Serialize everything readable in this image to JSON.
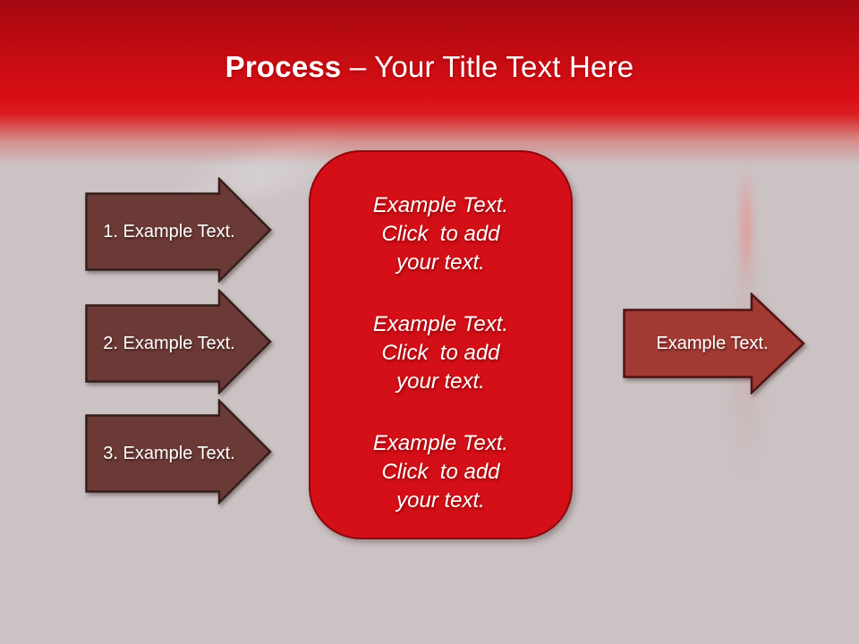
{
  "title": {
    "bold": "Process",
    "rest": " – Your Title Text Here"
  },
  "left_arrows": [
    {
      "label": "1. Example Text."
    },
    {
      "label": "2. Example Text."
    },
    {
      "label": "3. Example Text."
    }
  ],
  "center_box": {
    "paragraphs": [
      {
        "lines": [
          "Example Text.",
          "Click  to add",
          "your text."
        ]
      },
      {
        "lines": [
          "Example Text.",
          "Click  to add",
          "your text."
        ]
      },
      {
        "lines": [
          "Example Text.",
          "Click  to add",
          "your text."
        ]
      }
    ]
  },
  "right_arrow": {
    "label": "Example Text."
  },
  "colors": {
    "header_red": "#c20b12",
    "background": "#cbc2c4",
    "step_arrow_fill": "#6c3a36",
    "step_arrow_border": "#351f1b",
    "result_arrow_fill": "#a23a33",
    "result_arrow_border": "#4f1312",
    "detail_box_fill": "#d50f17",
    "detail_box_border": "#8d060c",
    "text": "#ffffff"
  }
}
